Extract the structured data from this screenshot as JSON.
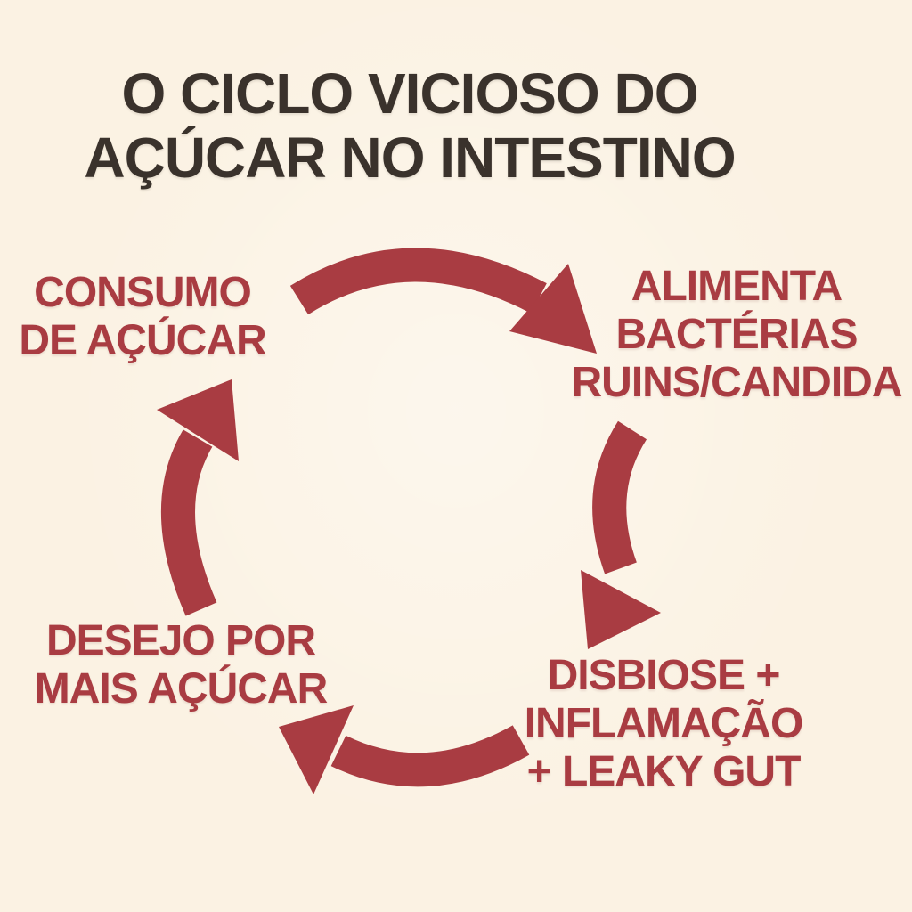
{
  "colors": {
    "background": "#FBF2E3",
    "accent_red": "#A93C42",
    "title_text": "#3A322C"
  },
  "title": {
    "lines": [
      "O CICLO VICIOSO DO",
      "AÇÚCAR NO INTESTINO"
    ]
  },
  "cycle": {
    "nodes": [
      {
        "id": "consumo-de-acucar",
        "position": "top-left",
        "lines": [
          "CONSUMO",
          "DE AÇÚCAR"
        ]
      },
      {
        "id": "alimenta-bacterias",
        "position": "top-right",
        "lines": [
          "ALIMENTA",
          "BACTÉRIAS",
          "RUINS/CANDIDA"
        ]
      },
      {
        "id": "disbiose-inflamacao",
        "position": "bottom-right",
        "lines": [
          "DISBIOSE +",
          "INFLAMAÇÃO",
          "+ LEAKY GUT"
        ]
      },
      {
        "id": "desejo-por-mais-acucar",
        "position": "bottom-left",
        "lines": [
          "DESEJO POR",
          "MAIS AÇÚCAR"
        ]
      }
    ],
    "arrows": [
      {
        "icon": "curved-arrow-icon",
        "from": "consumo-de-acucar",
        "to": "alimenta-bacterias"
      },
      {
        "icon": "curved-arrow-icon",
        "from": "alimenta-bacterias",
        "to": "disbiose-inflamacao"
      },
      {
        "icon": "curved-arrow-icon",
        "from": "disbiose-inflamacao",
        "to": "desejo-por-mais-acucar"
      },
      {
        "icon": "curved-arrow-icon",
        "from": "desejo-por-mais-acucar",
        "to": "consumo-de-acucar"
      }
    ]
  }
}
